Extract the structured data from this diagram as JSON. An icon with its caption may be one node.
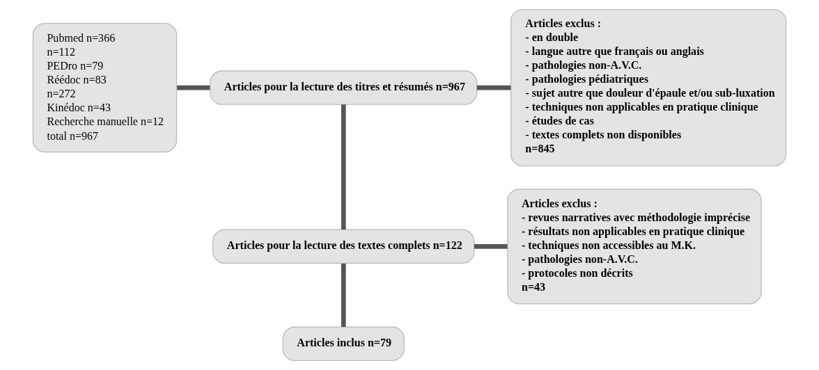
{
  "diagram": {
    "nodes": [
      {
        "text": [
          "Pubmed n=366",
          "n=112",
          "PEDro n=79",
          "Réédoc n=83",
          "n=272",
          "Kinédoc n=43",
          "Recherche manuelle n=12",
          "total n=967"
        ]
      },
      {
        "text": [
          "Articles pour la lecture des titres et résumés n=967"
        ]
      },
      {
        "text": [
          "Articles exclus :",
          "- en double",
          "- langue autre que français ou anglais",
          "- pathologies non-A.V.C.",
          "- pathologies pédiatriques",
          "- sujet autre que douleur d'épaule et/ou sub-luxation",
          "- techniques non applicables en pratique clinique",
          "- études de cas",
          "- textes complets non disponibles",
          "n=845"
        ]
      },
      {
        "text": [
          "Articles pour la lecture des textes complets n=122"
        ]
      },
      {
        "text": [
          "Articles exclus :",
          "- revues narratives avec méthodologie imprécise",
          "- résultats non applicables en pratique clinique",
          "- techniques non accessibles au M.K.",
          "- pathologies non-A.V.C.",
          "- protocoles non décrits",
          "n=43"
        ]
      },
      {
        "text": [
          "Articles inclus n=79"
        ]
      }
    ],
    "edges": [
      {
        "from": 0,
        "to": 1,
        "arrow": "none"
      },
      {
        "from": 1,
        "to": 3,
        "arrow": "none"
      },
      {
        "from": 1,
        "to": 2,
        "arrow": "none"
      },
      {
        "from": 3,
        "to": 5,
        "arrow": "none"
      },
      {
        "from": 3,
        "to": 4,
        "arrow": "none"
      }
    ]
  }
}
